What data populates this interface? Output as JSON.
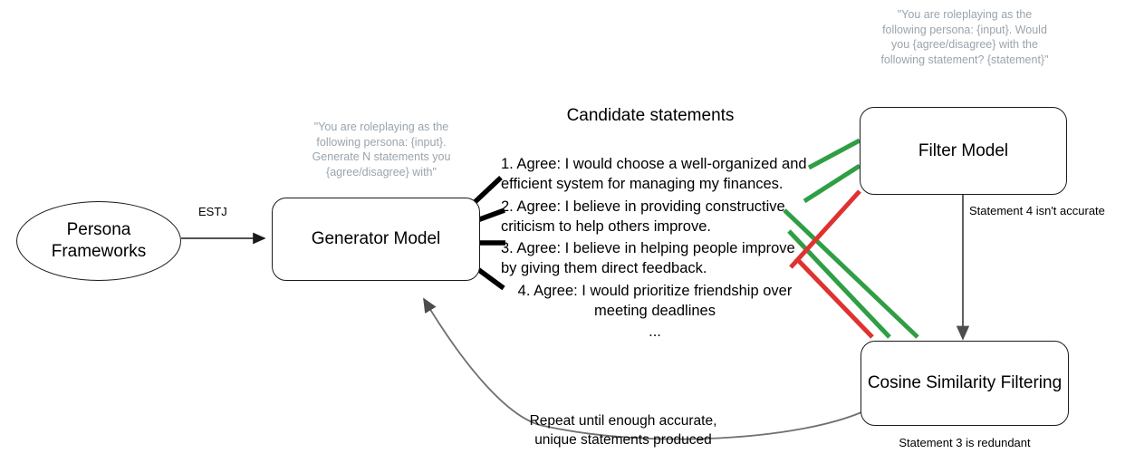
{
  "diagram": {
    "title": "Persona statement generation and filtering pipeline",
    "colors": {
      "accept_green": "#2f9e44",
      "reject_red": "#e03131",
      "stroke_black": "#1a1a1a",
      "stroke_gray": "#707070",
      "prompt_gray": "#9aa4ad"
    }
  },
  "nodes": {
    "persona_frameworks": {
      "label": "Persona\nFrameworks",
      "shape": "ellipse"
    },
    "generator_model": {
      "label": "Generator Model",
      "shape": "rounded-rect"
    },
    "filter_model": {
      "label": "Filter Model",
      "shape": "rounded-rect"
    },
    "cosine_similarity": {
      "label": "Cosine Similarity Filtering",
      "shape": "rounded-rect"
    }
  },
  "prompts": {
    "generator_prompt": "\"You are roleplaying as the following persona: {input}. Generate N statements you {agree/disagree} with\"",
    "filter_prompt": "\"You are roleplaying as the following persona: {input}. Would you {agree/disagree} with the following statement? {statement}\""
  },
  "edges": {
    "persona_to_generator_label": "ESTJ",
    "filter_to_cosine_label": "Statement 4 isn't accurate",
    "cosine_note": "Statement 3 is redundant",
    "loop_caption": "Repeat until enough accurate, unique statements produced"
  },
  "candidates": {
    "heading": "Candidate statements",
    "items": [
      {
        "index": "1.",
        "text": "1. Agree: I would choose a well-organized and efficient system for managing my finances.",
        "verdict": "accepted"
      },
      {
        "index": "2.",
        "text": "2. Agree: I believe in providing constructive criticism to help others improve.",
        "verdict": "accepted"
      },
      {
        "index": "3.",
        "text": "3. Agree: I believe in helping people improve by giving them direct feedback.",
        "verdict": "accepted-but-redundant"
      },
      {
        "index": "4.",
        "text": "4. Agree: I would prioritize friendship over meeting deadlines",
        "verdict": "rejected"
      }
    ],
    "ellipsis": "..."
  }
}
